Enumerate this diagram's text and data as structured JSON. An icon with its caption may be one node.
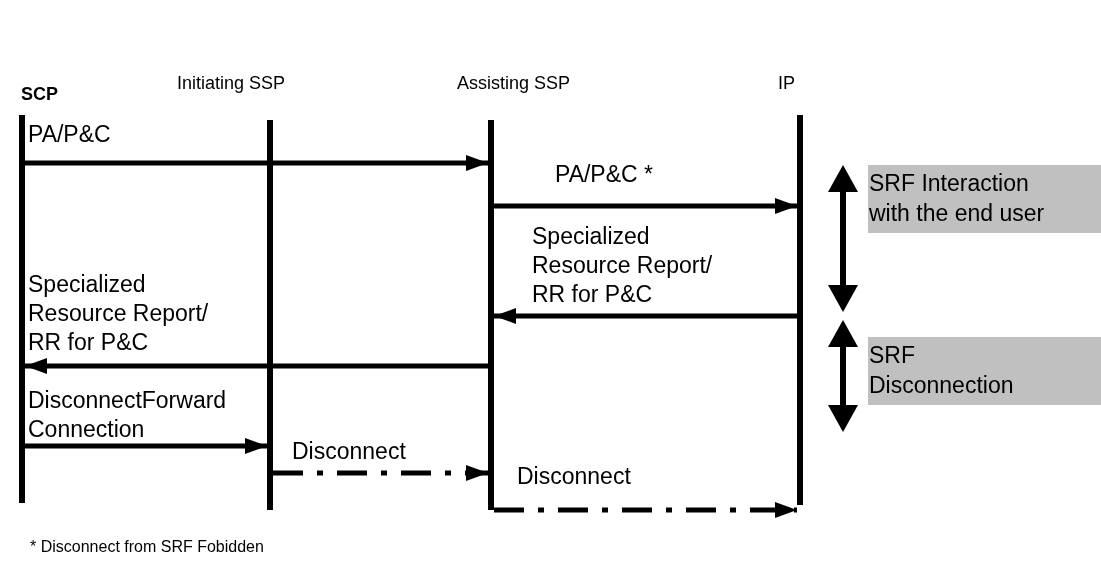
{
  "diagram": {
    "nodes": [
      {
        "text": [
          "SCP"
        ]
      },
      {
        "text": [
          "Initiating SSP"
        ]
      },
      {
        "text": [
          "Assisting SSP"
        ]
      },
      {
        "text": [
          "IP"
        ]
      },
      {
        "text": [
          "SRF Interaction with the end user"
        ]
      },
      {
        "text": [
          "SRF Disconnection"
        ]
      }
    ],
    "edges": [
      {
        "from": 0,
        "to": 2,
        "arrow": "to",
        "label": "PA/P&C"
      },
      {
        "from": 2,
        "to": 3,
        "arrow": "to",
        "label": "PA/P&C *"
      },
      {
        "from": 3,
        "to": 2,
        "arrow": "to",
        "label": "Specialized Resource Report/ RR for P&C"
      },
      {
        "from": 2,
        "to": 0,
        "arrow": "to",
        "label": "Specialized Resource Report/ RR for P&C"
      },
      {
        "from": 0,
        "to": 1,
        "arrow": "to",
        "label": "DisconnectForward Connection"
      },
      {
        "from": 1,
        "to": 2,
        "arrow": "to",
        "label": "Disconnect",
        "style": "dashed"
      },
      {
        "from": 2,
        "to": 3,
        "arrow": "to",
        "label": "Disconnect",
        "style": "dashed"
      }
    ],
    "labels": [
      "* Disconnect from SRF Fobidden"
    ]
  }
}
